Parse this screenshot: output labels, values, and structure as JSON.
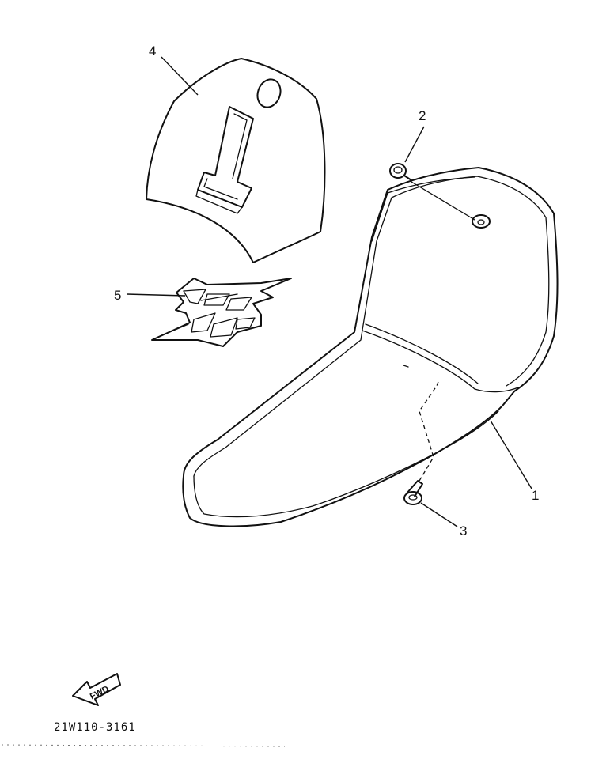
{
  "callouts": [
    {
      "label": "1",
      "part": "seat"
    },
    {
      "label": "2",
      "part": "seat-grommet-bolt"
    },
    {
      "label": "3",
      "part": "seat-mount-bolt"
    },
    {
      "label": "4",
      "part": "number-plate-decal"
    },
    {
      "label": "5",
      "part": "graphic-emblem"
    }
  ],
  "fwd_arrow": {
    "label": "FWD"
  },
  "figure_code": "21W110-3161"
}
